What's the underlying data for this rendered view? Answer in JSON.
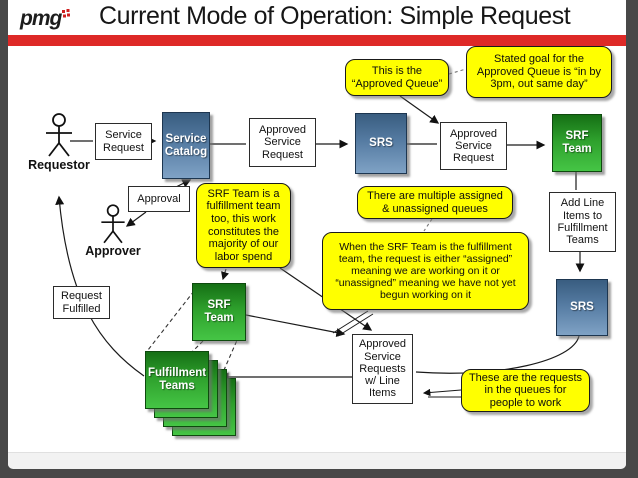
{
  "header": {
    "logo": "pmg",
    "title": "Current Mode of Operation: Simple Request"
  },
  "actors": {
    "requestor": "Requestor",
    "approver": "Approver"
  },
  "nodes": {
    "service_request": "Service Request",
    "service_catalog": "Service Catalog",
    "approved_service_request": "Approved Service Request",
    "srs": "SRS",
    "srf_team": "SRF Team",
    "approval": "Approval",
    "add_line_items": "Add Line Items to Fulfillment Teams",
    "request_fulfilled": "Request Fulfilled",
    "fulfillment_teams": "Fulfillment Teams",
    "approved_requests_line_items": "Approved Service Requests w/ Line Items"
  },
  "callouts": {
    "approved_queue": "This is the “Approved Queue”",
    "stated_goal": "Stated goal for the Approved Queue is “in by 3pm, out same day”",
    "srf_fulfillment_team": "SRF Team is a fulfillment team too, this work constitutes the majority of our labor spend",
    "multiple_queues": "There are multiple assigned & unassigned queues",
    "assigned_meaning": "When the SRF Team is the fulfillment team, the request is either “assigned” meaning we are working on it or “unassigned” meaning we have not yet begun working on it",
    "queue_work": "These are the requests in the queues for people to work"
  },
  "colors": {
    "accent_red": "#de2927",
    "callout_yellow": "#ffff00",
    "blue_box_top": "#395d80",
    "blue_box_bottom": "#7fa2c5",
    "green_box_top": "#156f15",
    "green_box_bottom": "#45c545",
    "frame_gray": "#484848"
  }
}
